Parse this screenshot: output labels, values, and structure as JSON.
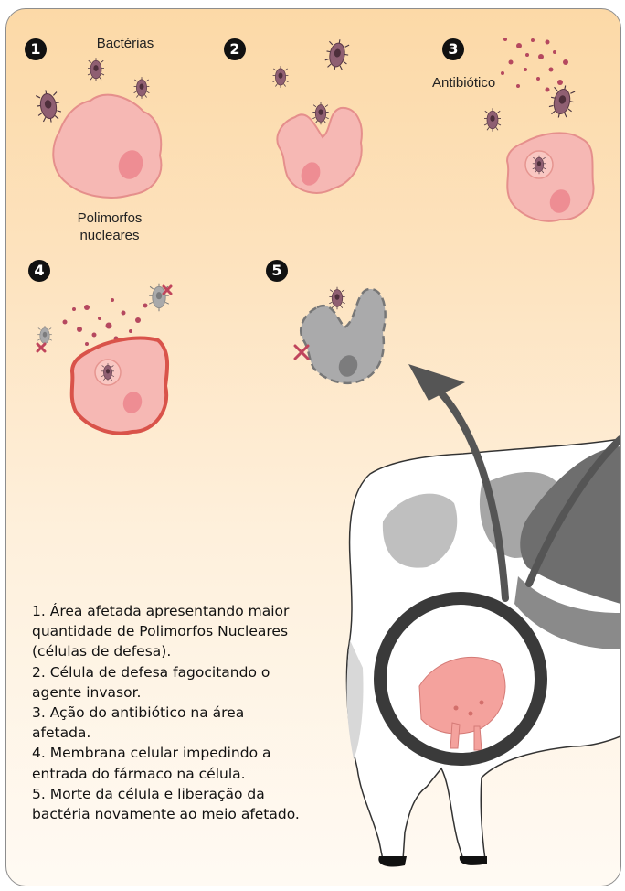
{
  "steps": [
    "1",
    "2",
    "3",
    "4",
    "5"
  ],
  "labels": {
    "bacteria": "Bactérias",
    "antibiotic": "Antibiótico",
    "cells": "Polimorfos\nnucleares"
  },
  "legend": [
    "1. Área afetada apresentando maior\nquantidade de Polimorfos Nucleares\n(células de defesa).",
    "2. Célula de defesa fagocitando o\nagente invasor.",
    "3. Ação do antibiótico na área\nafetada.",
    "4. Membrana celular impedindo a\nentrada do fármaco na célula.",
    "5. Morte da célula e liberação da\nbactéria novamente ao meio afetado."
  ],
  "colors": {
    "cell_fill": "#f6b8b4",
    "cell_stroke": "#e58f8c",
    "nucleus": "#ee8d93",
    "bacterium": "#8f5f72",
    "antibiotic_dot": "#b5485f",
    "blocked_membrane": "#d9534a",
    "dead_cell": "#aaaaab",
    "cross_mark": "#c0455c",
    "udder": "#f4a29d"
  },
  "icons": [
    "bacterium-icon",
    "phagocyte-cell-icon",
    "dead-cell-icon",
    "cross-mark-icon",
    "cow-illustration",
    "magnifier-ring-icon",
    "curved-arrow-icon"
  ]
}
